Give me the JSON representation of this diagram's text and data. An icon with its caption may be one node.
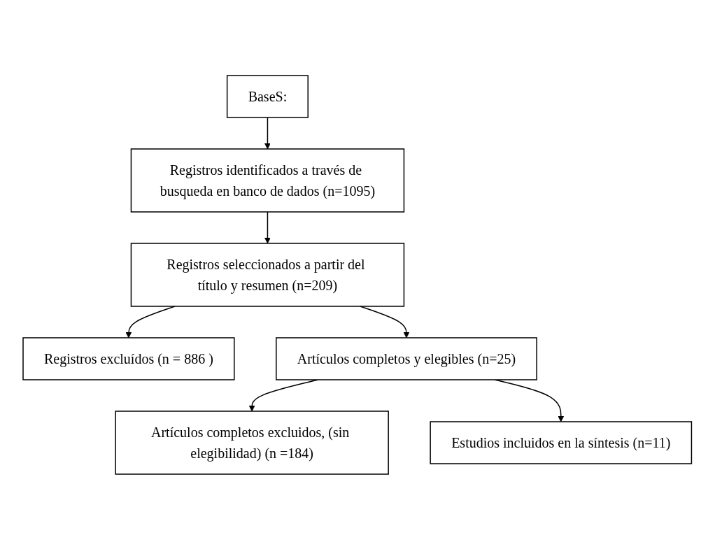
{
  "diagram": {
    "nodes": [
      {
        "text": [
          "BaseS:"
        ]
      },
      {
        "text": [
          "Registros identificados a través de busqueda en banco de dados (n=1095)"
        ]
      },
      {
        "text": [
          "Registros seleccionados a partir del título y resumen (n=209)"
        ]
      },
      {
        "text": [
          "Registros excluídos (n = 886 )"
        ]
      },
      {
        "text": [
          "Artículos completos y elegibles (n=25)"
        ]
      },
      {
        "text": [
          "Artículos completos excluidos, (sin elegibilidad) (n =184)"
        ]
      },
      {
        "text": [
          "Estudios incluidos en la síntesis (n=11)"
        ]
      }
    ],
    "edges": [
      {
        "from": 0,
        "to": 1,
        "arrow": "to"
      },
      {
        "from": 1,
        "to": 2,
        "arrow": "to"
      },
      {
        "from": 2,
        "to": 3,
        "arrow": "to"
      },
      {
        "from": 2,
        "to": 4,
        "arrow": "to"
      },
      {
        "from": 4,
        "to": 5,
        "arrow": "to"
      },
      {
        "from": 4,
        "to": 6,
        "arrow": "to"
      }
    ]
  }
}
